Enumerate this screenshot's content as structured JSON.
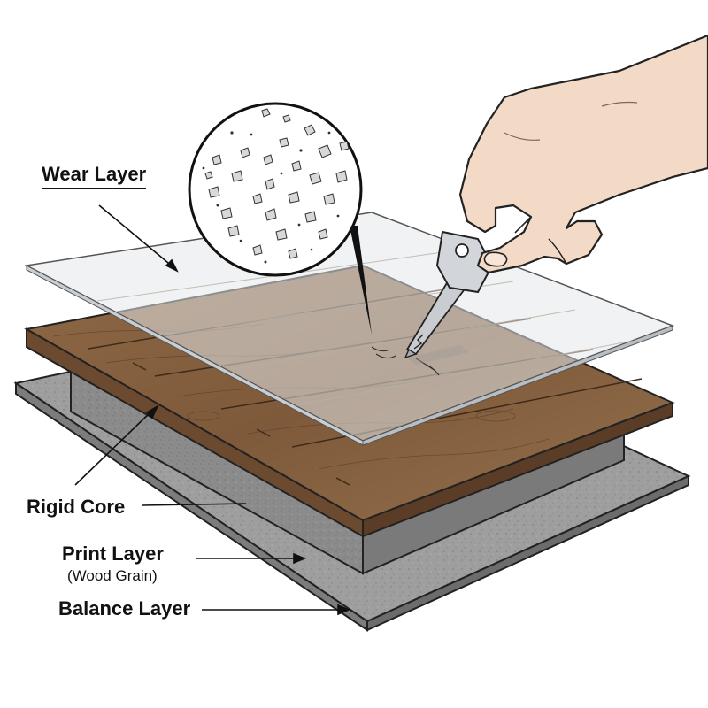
{
  "labels": {
    "wear_layer": "Wear Layer",
    "rigid_core": "Rigid Core",
    "print_layer": "Print Layer",
    "print_layer_sub": "(Wood Grain)",
    "balance_layer": "Balance Layer"
  },
  "colors": {
    "balance_layer": "#9b9b9b",
    "rigid_core": "#8a8a8a",
    "wood_top": "#8a6242",
    "wood_edge": "#6b4a30",
    "wear_layer": "#d9dde2",
    "skin": "#f1d9c4",
    "key_metal": "#c9ccd0",
    "outline": "#222222"
  },
  "icons": [
    "hand-icon",
    "key-icon",
    "magnifier-icon"
  ]
}
